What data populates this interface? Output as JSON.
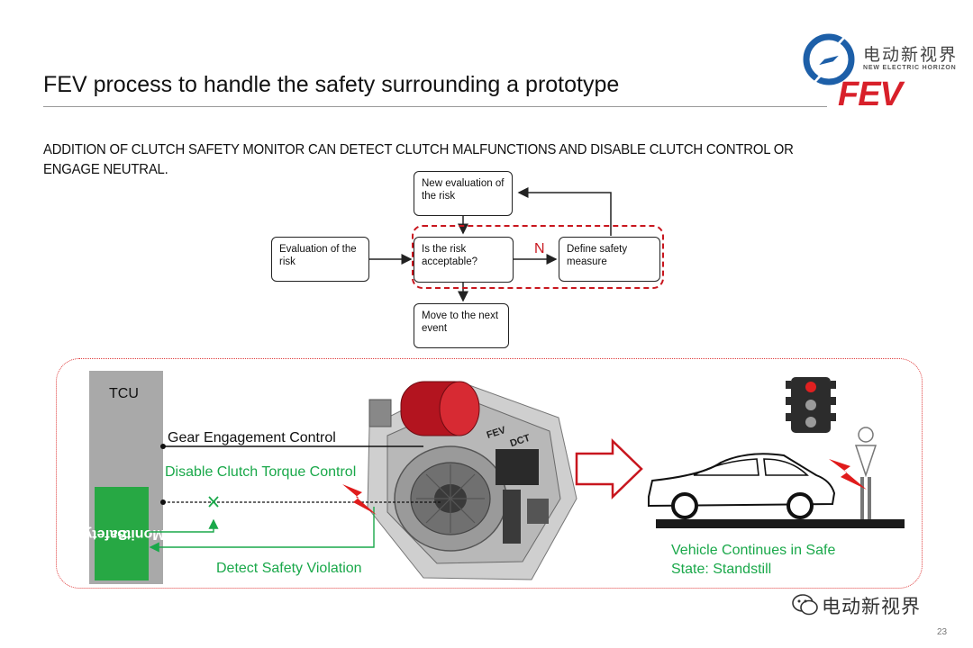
{
  "header": {
    "title": "FEV process to handle the safety surrounding a prototype",
    "subtitle": "ADDITION OF CLUTCH SAFETY MONITOR CAN DETECT CLUTCH MALFUNCTIONS AND DISABLE CLUTCH CONTROL OR ENGAGE NEUTRAL."
  },
  "logo": {
    "brand_cn": "电动新视界",
    "brand_en": "NEW ELECTRIC HORIZON",
    "fev": "FEV"
  },
  "flowchart": {
    "new_eval": "New evaluation of the risk",
    "eval_risk": "Evaluation of the risk",
    "is_acceptable": "Is the risk acceptable?",
    "define_measure": "Define safety measure",
    "next_event": "Move to the next event",
    "no_label": "N"
  },
  "system": {
    "tcu": "TCU",
    "safety_monitor_line1": "Safety",
    "safety_monitor_line2": "Monitor",
    "gear_engagement": "Gear Engagement Control",
    "disable_clutch": "Disable Clutch Torque Control",
    "detect_violation": "Detect Safety Violation",
    "vehicle_line1": "Vehicle Continues in Safe",
    "vehicle_line2": "State: Standstill",
    "dct_label": "DCT",
    "fev_label": "FEV"
  },
  "colors": {
    "accent_red": "#c8161e",
    "accent_green": "#1aa84a",
    "tcu_gray": "#a9a9a9",
    "monitor_green": "#27a844"
  },
  "footer": {
    "watermark": "电动新视界",
    "page_number": "23"
  }
}
